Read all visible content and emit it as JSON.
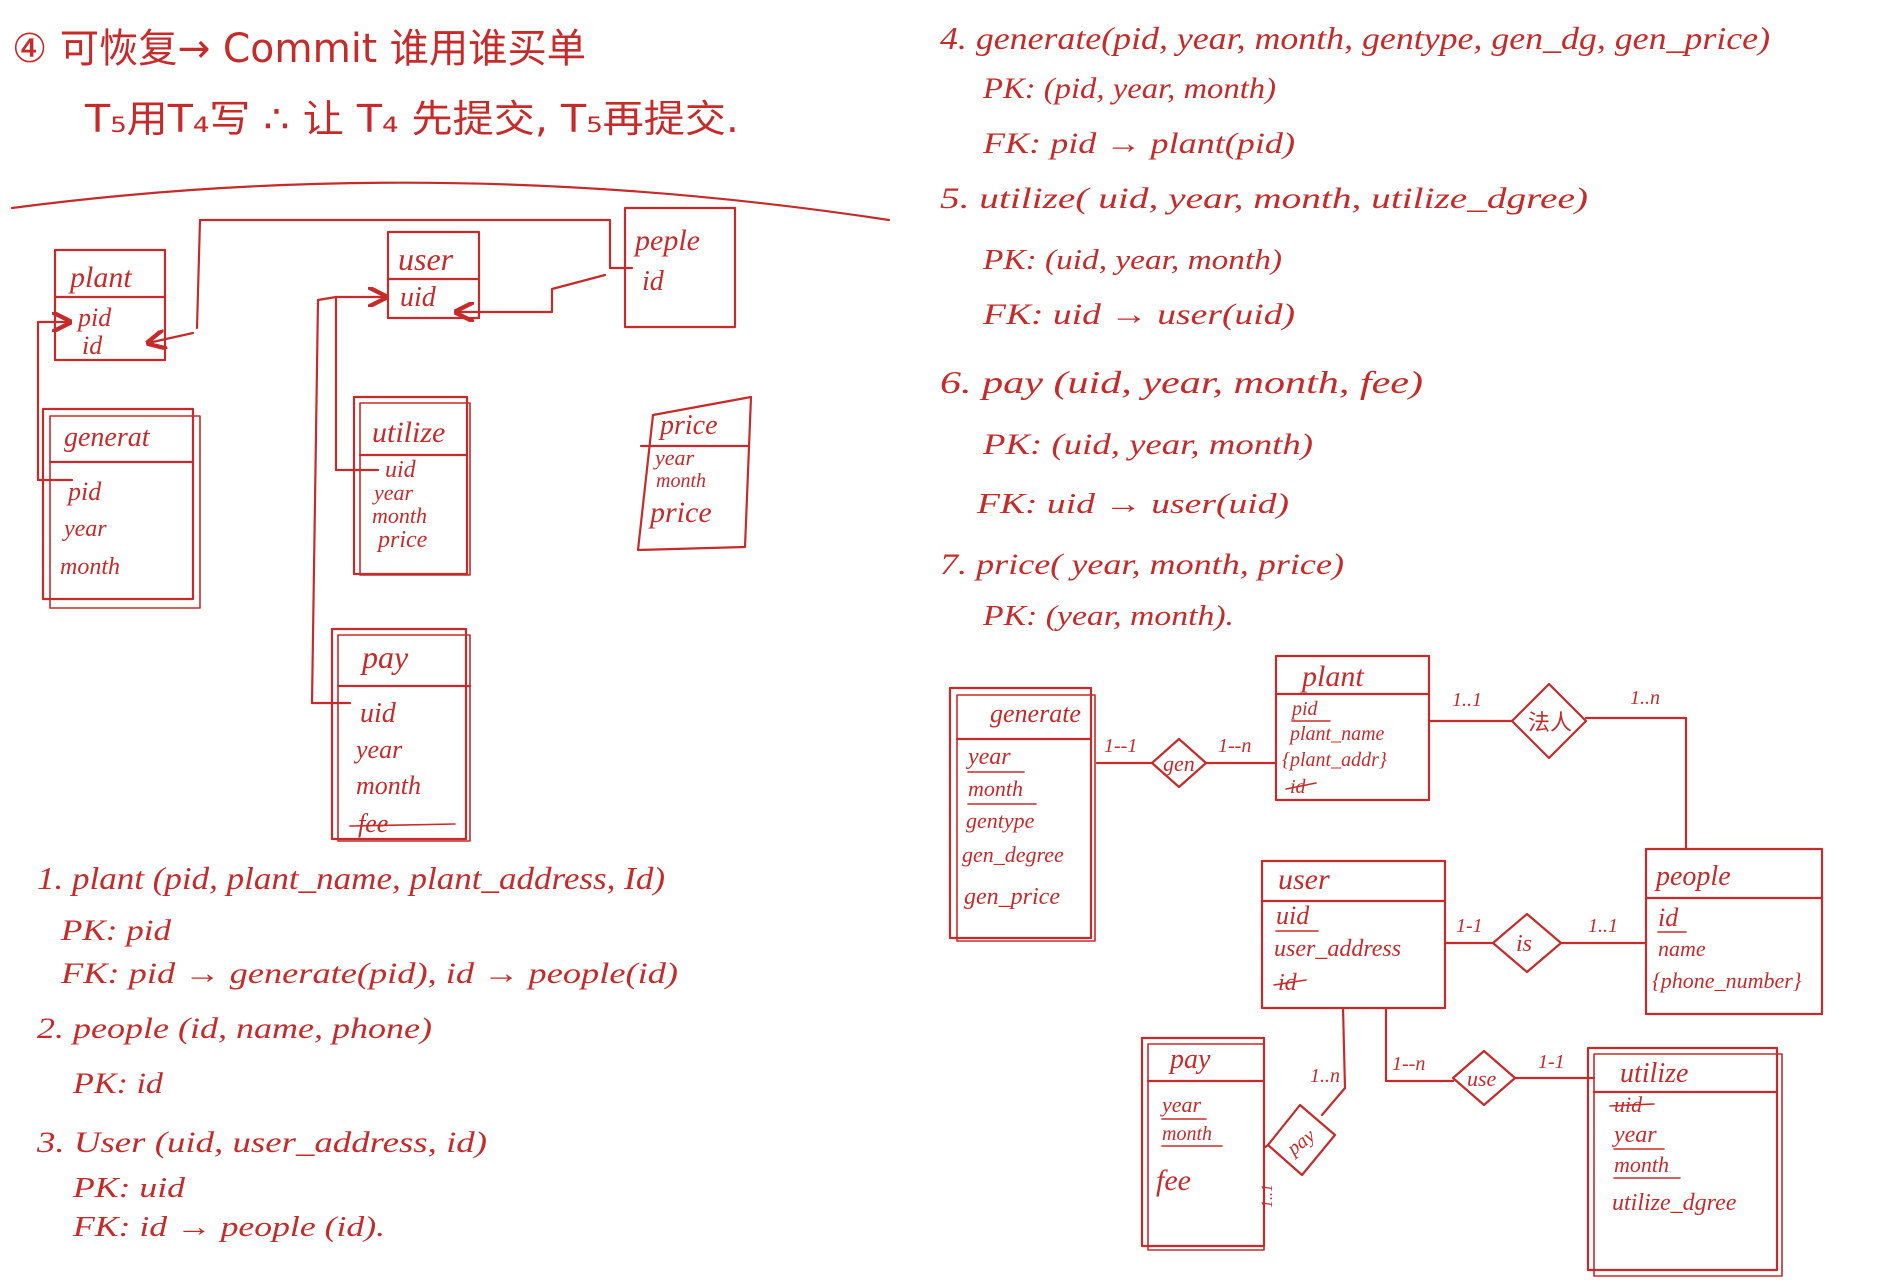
{
  "page": {
    "ink_color": "#c62b2b",
    "paper_color": "#ffffff"
  },
  "note": {
    "line1": "④ 可恢复→ Commit  谁用谁买单",
    "line2": "T₅用T₄写  ∴ 让 T₄ 先提交, T₅再提交."
  },
  "schema_sketch": {
    "plant": {
      "name": "plant",
      "fields": [
        "pid",
        "id"
      ]
    },
    "user": {
      "name": "user",
      "fields": [
        "uid"
      ]
    },
    "peple": {
      "name": "peple",
      "fields": [
        "id"
      ]
    },
    "generat": {
      "name": "generat",
      "fields": [
        "pid",
        "year",
        "month"
      ]
    },
    "utilize": {
      "name": "utilize",
      "fields": [
        "uid",
        "year",
        "month",
        "price"
      ]
    },
    "price": {
      "name": "price",
      "fields": [
        "year",
        "month",
        "price"
      ]
    },
    "pay": {
      "name": "pay",
      "fields": [
        "uid",
        "year",
        "month",
        "fee"
      ]
    }
  },
  "relations": [
    {
      "def": "1. plant (pid, plant_name, plant_address, Id)",
      "pk": "PK: pid",
      "fk": "FK: pid → generate(pid), id → people(id)"
    },
    {
      "def": "2. people (id, name, phone)",
      "pk": "PK: id"
    },
    {
      "def": "3. User (uid, user_address, id)",
      "pk": "PK: uid",
      "fk": "FK: id → people (id)."
    },
    {
      "def": "4. generate(pid, year, month, gentype, gen_dg, gen_price)",
      "pk": "PK: (pid, year, month)",
      "fk": "FK: pid → plant(pid)"
    },
    {
      "def": "5. utilize( uid, year, month, utilize_dgree)",
      "pk": "PK: (uid, year, month)",
      "fk": "FK: uid → user(uid)"
    },
    {
      "def": "6. pay (uid, year, month, fee)",
      "pk": "PK: (uid, year, month)",
      "fk": "FK: uid → user(uid)"
    },
    {
      "def": "7. price( year, month, price)",
      "pk": "PK: (year, month)."
    }
  ],
  "er_diagram": {
    "entities": {
      "generate": {
        "name": "generate",
        "attributes": [
          "year",
          "month",
          "gentype",
          "gen_degree",
          "gen_price"
        ]
      },
      "plant": {
        "name": "plant",
        "attributes": [
          "pid",
          "plant_name",
          "{plant_addr}",
          "id"
        ]
      },
      "people": {
        "name": "people",
        "attributes": [
          "id",
          "name",
          "{phone_number}"
        ]
      },
      "user": {
        "name": "user",
        "attributes": [
          "uid",
          "user_address",
          "id"
        ]
      },
      "pay": {
        "name": "pay",
        "attributes": [
          "year",
          "month",
          "fee"
        ]
      },
      "utilize": {
        "name": "utilize",
        "attributes": [
          "uid",
          "year",
          "month",
          "utilize_dgree"
        ]
      }
    },
    "relationships": {
      "gen": {
        "name": "gen",
        "left": "1--1",
        "right": "1--n"
      },
      "faren": {
        "name": "法人",
        "left": "1..1",
        "right": "1..n"
      },
      "is": {
        "name": "is",
        "left": "1-1",
        "right": "1..1"
      },
      "pay": {
        "name": "pay",
        "user_side": "1..n",
        "pay_side": "1..1"
      },
      "use": {
        "name": "use",
        "left": "1--n",
        "right": "1-1"
      }
    }
  }
}
